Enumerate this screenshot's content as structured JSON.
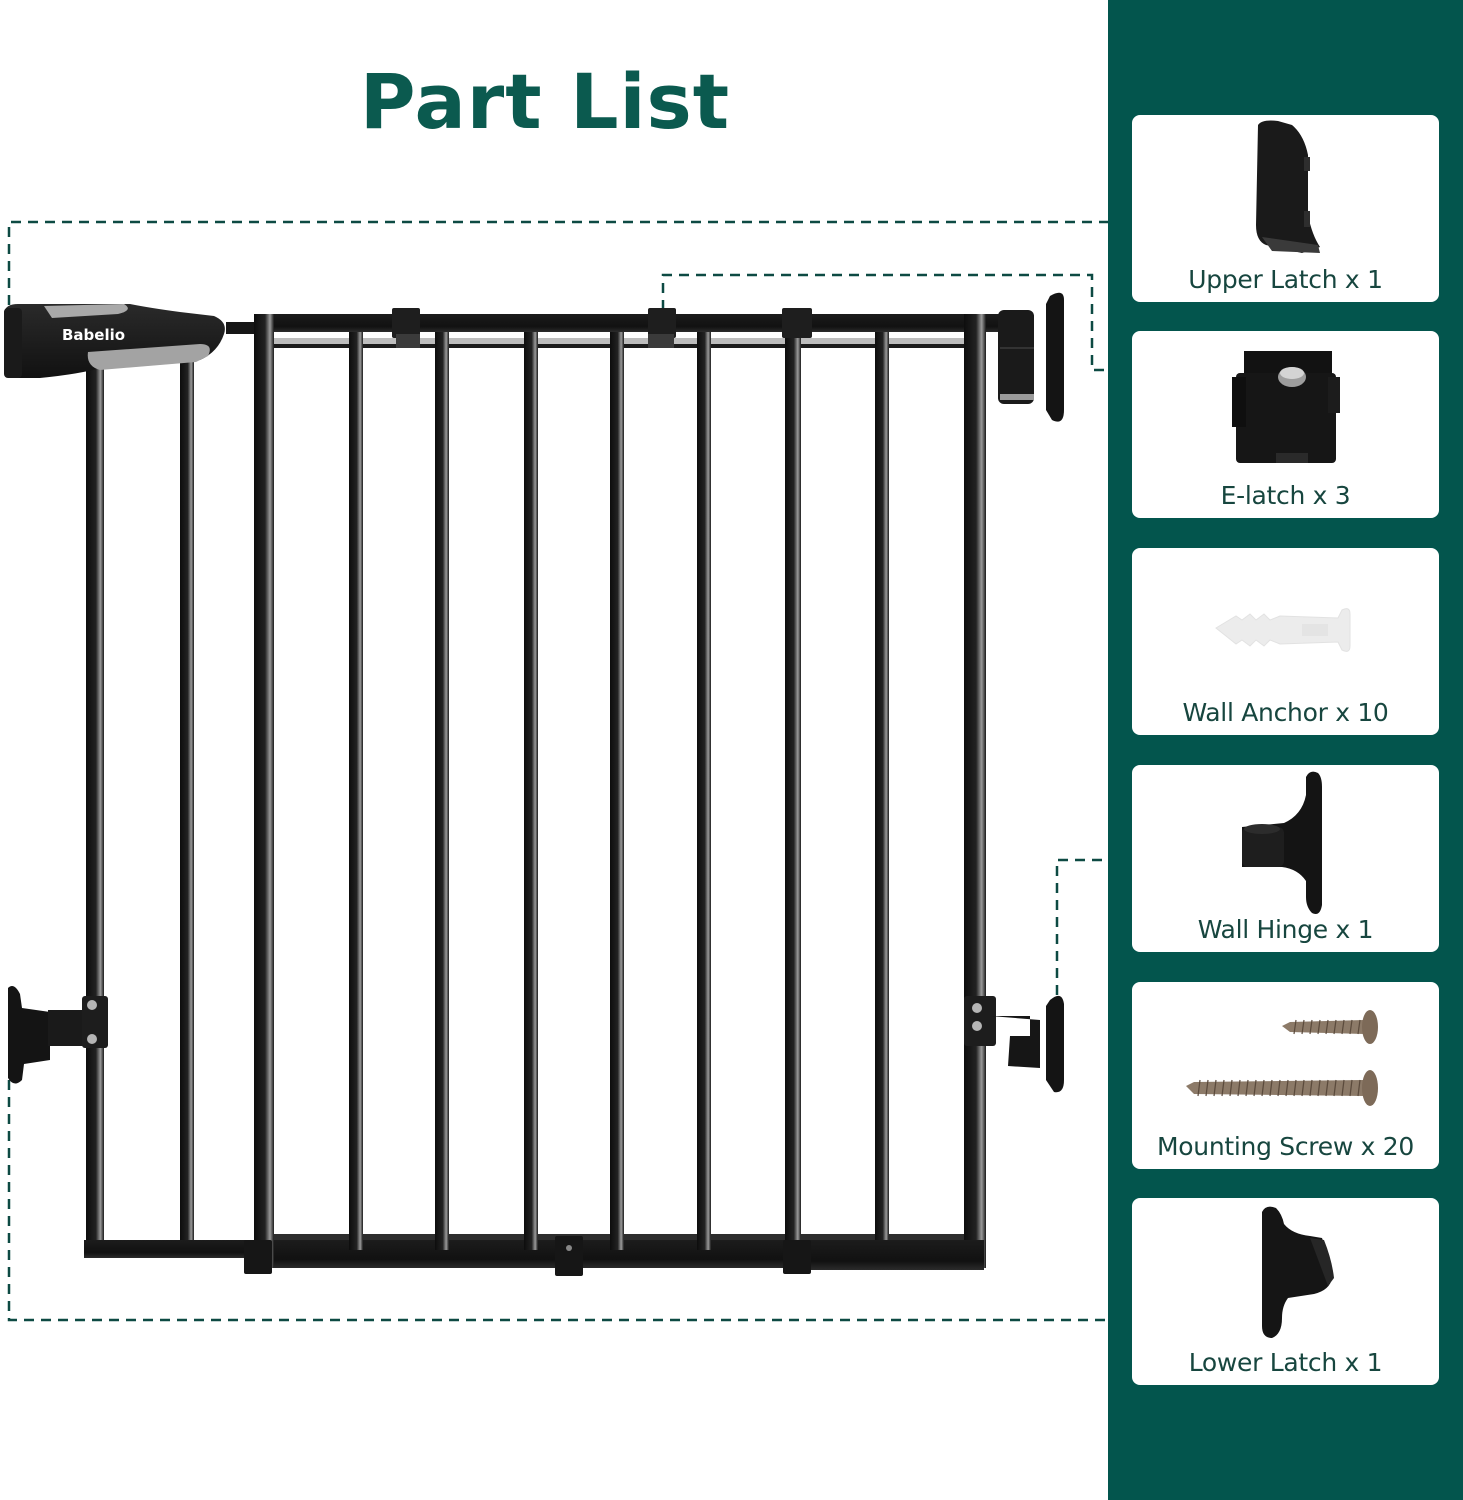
{
  "page": {
    "title": "Part List"
  },
  "product": {
    "brand_logo": "Babelio",
    "name": "baby-safety-gate",
    "color": "#151515"
  },
  "colors": {
    "accent": "#0b5a4f",
    "sidebar_bg": "#03554d",
    "card_bg": "#ffffff",
    "label_text": "#17463f",
    "dashed_line": "#0d4a43"
  },
  "parts": [
    {
      "id": "upper-latch",
      "label": "Upper Latch x 1",
      "name": "Upper Latch",
      "quantity": 1,
      "icon": "upper-latch-icon"
    },
    {
      "id": "e-latch",
      "label": "E-latch x 3",
      "name": "E-latch",
      "quantity": 3,
      "icon": "e-latch-icon"
    },
    {
      "id": "wall-anchor",
      "label": "Wall Anchor x 10",
      "name": "Wall Anchor",
      "quantity": 10,
      "icon": "wall-anchor-icon"
    },
    {
      "id": "wall-hinge",
      "label": "Wall Hinge x 1",
      "name": "Wall Hinge",
      "quantity": 1,
      "icon": "wall-hinge-icon"
    },
    {
      "id": "mounting-screw",
      "label": "Mounting Screw x 20",
      "name": "Mounting Screw",
      "quantity": 20,
      "icon": "mounting-screw-icon"
    },
    {
      "id": "lower-latch",
      "label": "Lower Latch x 1",
      "name": "Lower Latch",
      "quantity": 1,
      "icon": "lower-latch-icon"
    }
  ]
}
